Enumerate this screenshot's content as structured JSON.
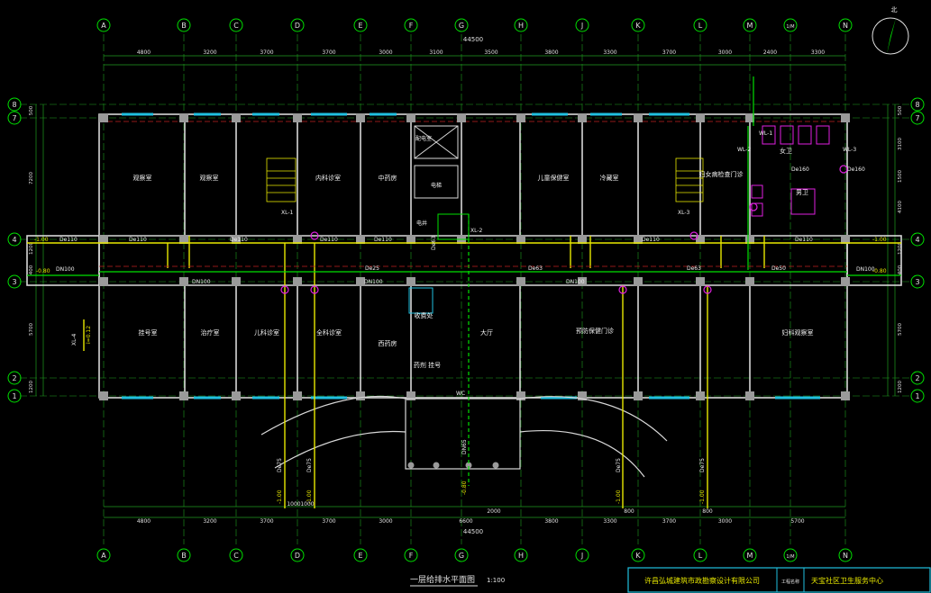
{
  "axes": {
    "col_labels": [
      "A",
      "B",
      "C",
      "D",
      "E",
      "F",
      "G",
      "H",
      "J",
      "K",
      "L",
      "M",
      "1/M",
      "N"
    ],
    "row_labels": [
      "8",
      "7",
      "4",
      "3",
      "2",
      "1"
    ]
  },
  "dims": {
    "top_total": "44500",
    "top_segments": [
      "4800",
      "3200",
      "3700",
      "3700",
      "3000",
      "3100",
      "3500",
      "3800",
      "3300",
      "3700",
      "3000",
      "2400",
      "3300"
    ],
    "bottom_total": "44500",
    "bottom_segments": [
      "4800",
      "3200",
      "3700",
      "3700",
      "3000",
      "6600",
      "3800",
      "3300",
      "3700",
      "3000",
      "5700"
    ],
    "bottom_extra": [
      "2000",
      "1000",
      "1000",
      "800",
      "800"
    ],
    "left_side": [
      "500",
      "7200",
      "1200",
      "400",
      "5700",
      "1200"
    ],
    "right_side": [
      "500",
      "3100",
      "1500",
      "4100",
      "1200",
      "400",
      "5700",
      "1200"
    ]
  },
  "rooms": {
    "r1": "观察室",
    "r2": "观察室",
    "r3": "内科诊室",
    "r4": "中药房",
    "r5": "儿童保健室",
    "r6": "冷藏室",
    "r7": "妇女病检查门诊",
    "r8": "女卫",
    "r9": "男卫",
    "r10": "挂号室",
    "r11": "治疗室",
    "r12": "儿科诊室",
    "r13": "全科诊室",
    "r14": "西药房",
    "r15": "大厅",
    "r16": "预防保健门诊",
    "r17": "妇科观察室",
    "r18": "收费处",
    "r19": "药剂 挂号",
    "r20": "电梯",
    "r21": "配电室",
    "r22": "电井"
  },
  "pipes": {
    "wl1": "WL-1",
    "wl2": "WL-2",
    "wl3": "WL-3",
    "xl1": "XL-1",
    "xl2": "XL-2",
    "xl3": "XL-3",
    "xl4": "XL-4",
    "dn100a": "DN100",
    "dn100b": "DN100",
    "dn100c": "DN100",
    "dn100d": "DN100",
    "dn100e": "DN100",
    "de110a": "De110",
    "de110b": "De110",
    "de110c": "De110",
    "de110d": "De110",
    "de110e": "De110",
    "de110f": "De110",
    "de110g": "De110",
    "de63a": "De63",
    "de63b": "De63",
    "de63c": "De63",
    "de50a": "De50",
    "de25": "De25",
    "de75a": "De75",
    "de75b": "De75",
    "de75c": "De75",
    "de75d": "De75",
    "dn65": "DN65",
    "de160a": "De160",
    "de160b": "De160",
    "lvl1": "-1.00",
    "lvl2": "-0.80",
    "lvl3": "-1.00",
    "lvl4": "-0.80",
    "lvl5": "-1.00",
    "lvl6": "-1.00",
    "lvl7": "-1.00",
    "lvl8": "-1.00",
    "lvl9": "-0.80",
    "slope": "i=0.12",
    "wc": "WC"
  },
  "misc": {
    "north": "北",
    "drawing_title": "一层给排水平面图",
    "scale": "1:100",
    "company": "许昌弘城建筑市政勘察设计有限公司",
    "proj_label": "工程名称",
    "project": "天宝社区卫生服务中心"
  },
  "colors": {
    "grid": "#1f9d1f",
    "wall": "#e0e0e0",
    "axis": "#d01010",
    "water": "#e8e800",
    "drain": "#00e000",
    "accent": "#e020e0"
  }
}
